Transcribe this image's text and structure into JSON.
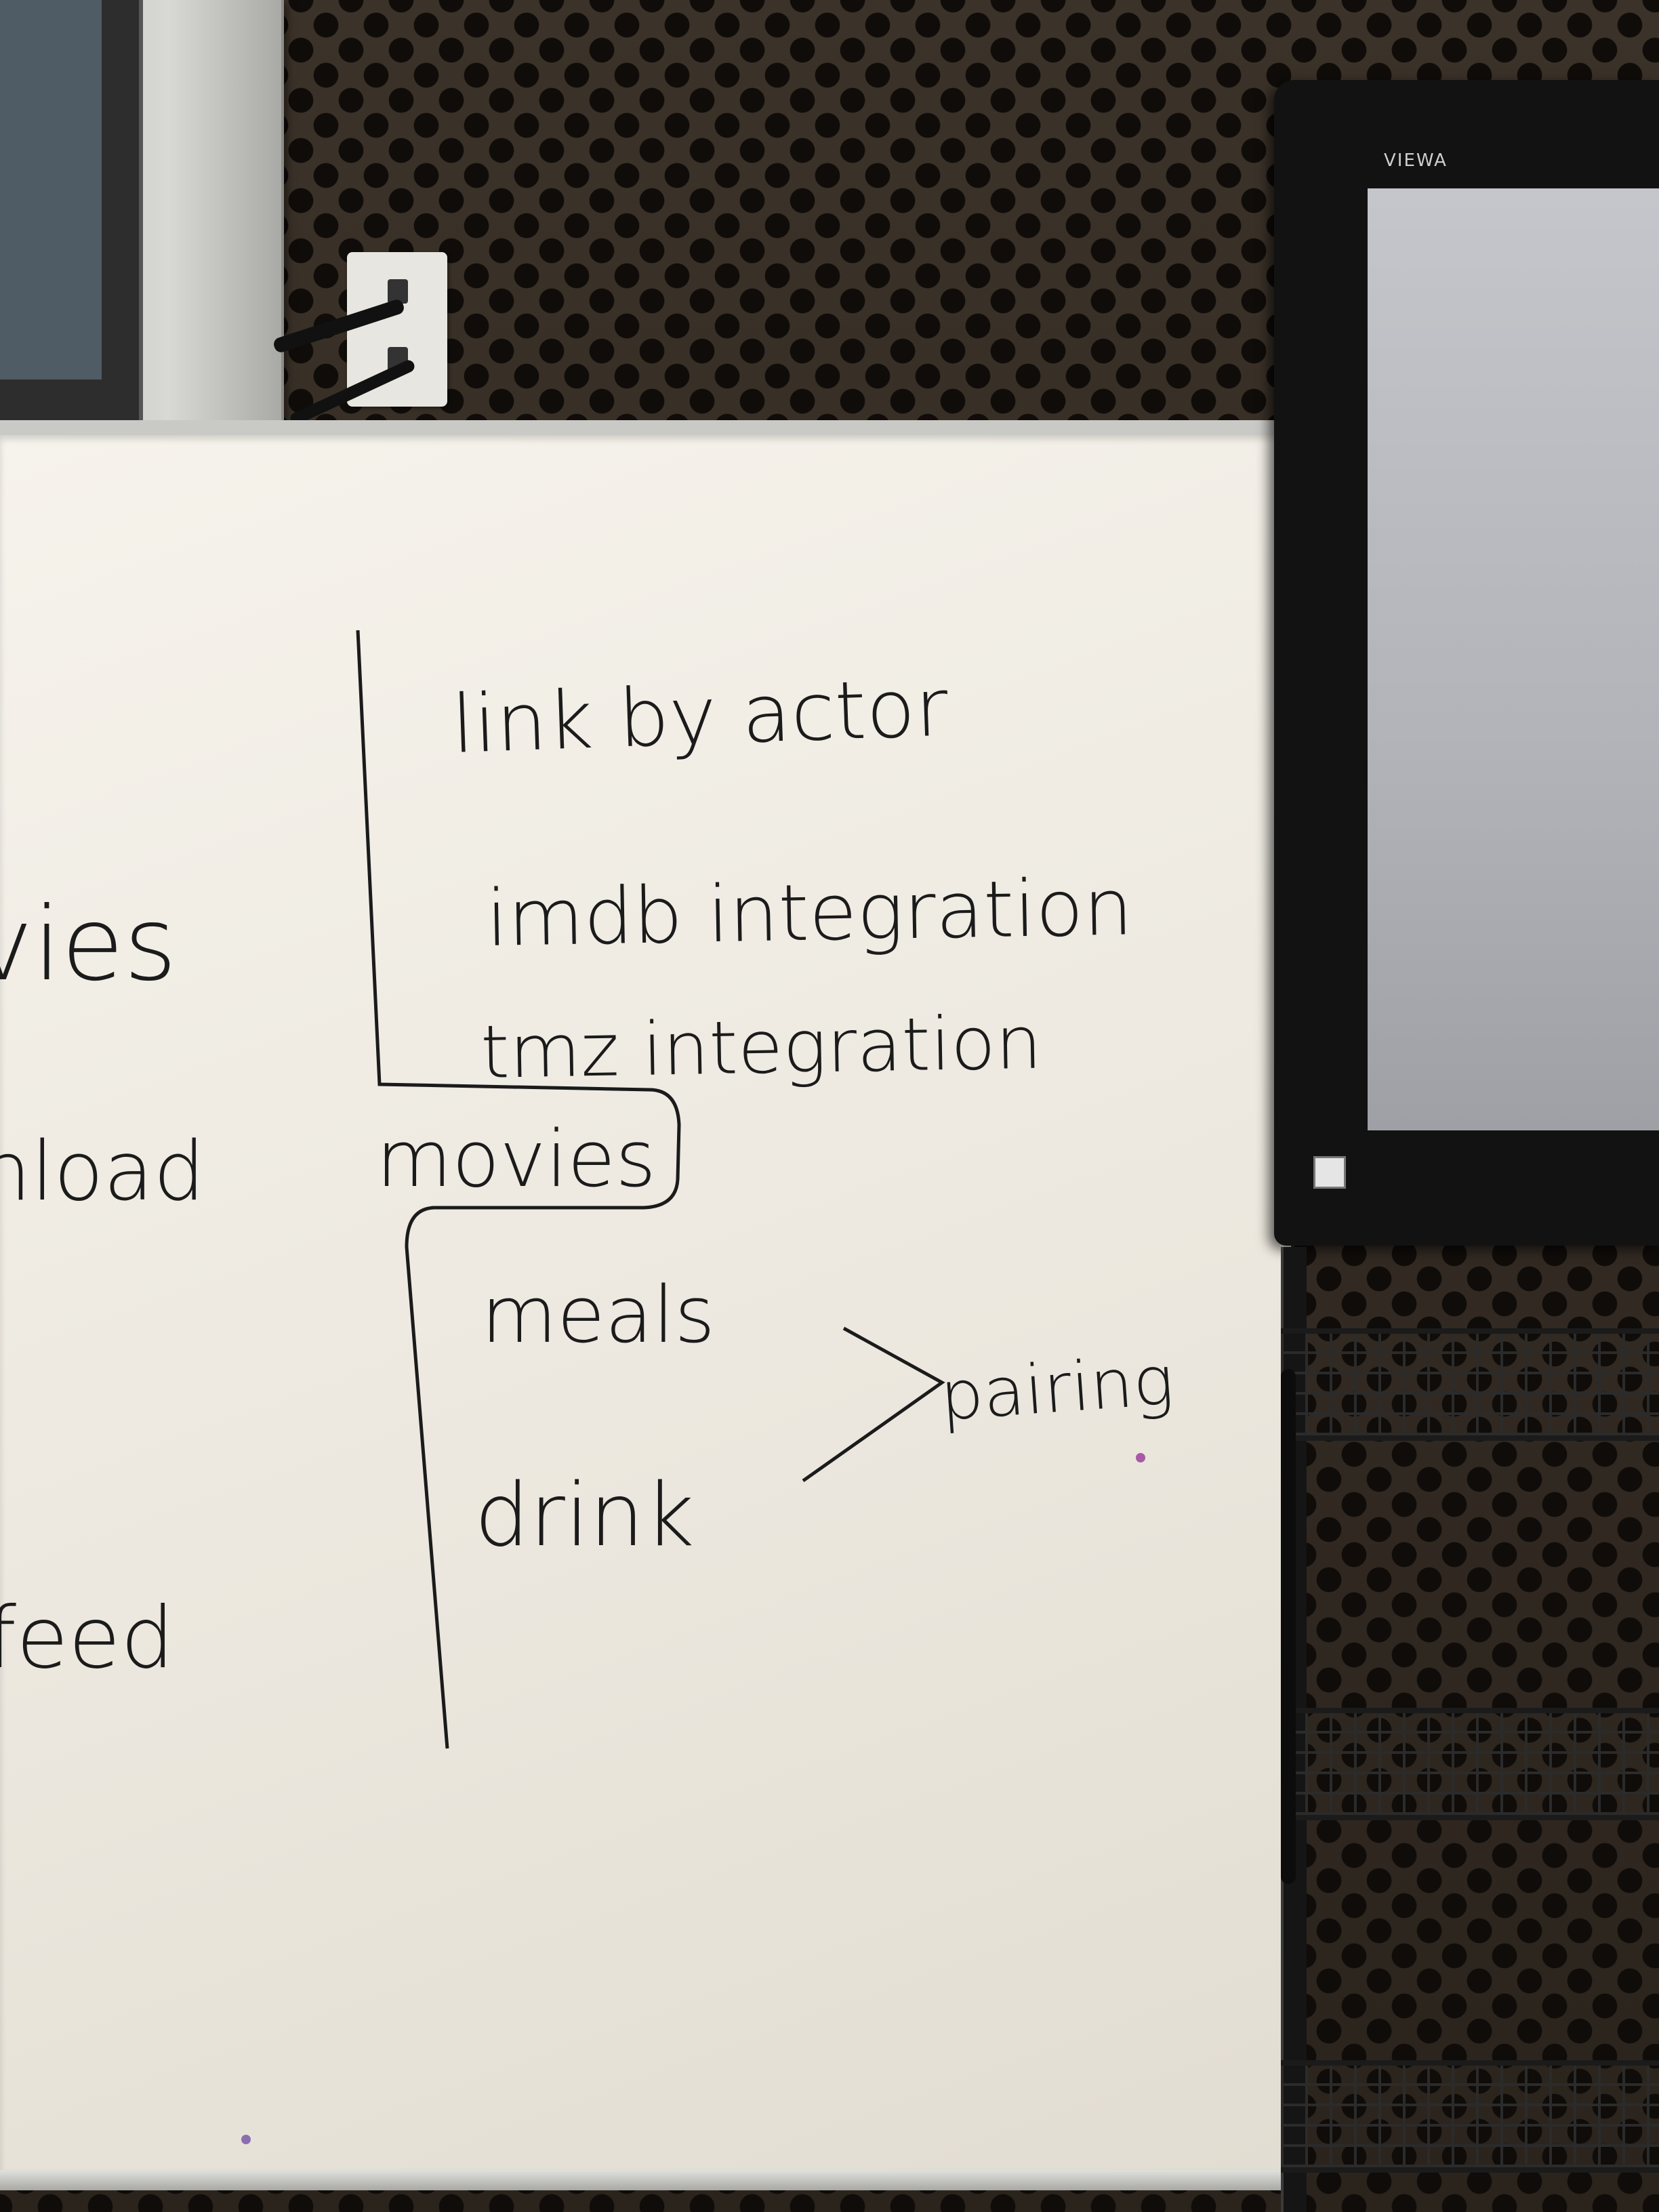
{
  "whiteboard": {
    "left_fragments": {
      "movies_partial": "vies",
      "download_partial": "nload",
      "feed_partial": "feed"
    },
    "upper_branch": {
      "items": [
        "link by actor",
        "imdb integration",
        "tmz integration"
      ]
    },
    "center_node": "movies",
    "lower_branch": {
      "items": [
        "meals",
        "drink"
      ],
      "result": "pairing"
    }
  },
  "right_monitor": {
    "brand": "VIEWA"
  },
  "colors": {
    "marker": "#1b1b1b",
    "board": "#f3f0e8",
    "foam": "#2e2720",
    "monitor": "#121212"
  }
}
